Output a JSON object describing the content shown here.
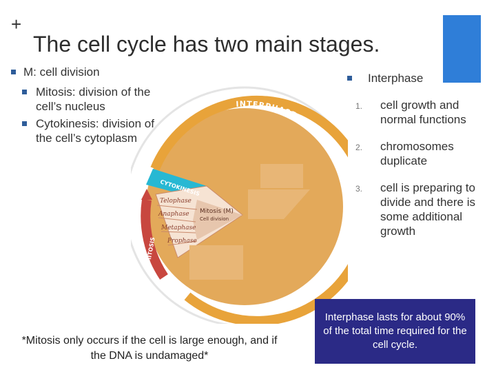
{
  "slide": {
    "plus_symbol": "+",
    "title": "The cell cycle has two main stages."
  },
  "left": {
    "heading": "M: cell division",
    "items": [
      "Mitosis: division of the cell’s nucleus",
      "Cytokinesis: division of the cell’s cytoplasm"
    ]
  },
  "diagram": {
    "interphase_label": "INTERPHASE",
    "cytokinesis_label": "CYTOKINESIS",
    "mitosis_label": "MITOSIS",
    "phases": [
      "Telophase",
      "Anaphase",
      "Metaphase",
      "Prophase"
    ],
    "wedge_title": "Mitosis (M)",
    "wedge_subtitle": "Cell division"
  },
  "footnote": "*Mitosis only occurs if the cell is large enough, and if the DNA is undamaged*",
  "right": {
    "heading": "Interphase",
    "items": [
      {
        "num": "1.",
        "text": "cell growth and normal functions"
      },
      {
        "num": "2.",
        "text": "chromosomes duplicate"
      },
      {
        "num": "3.",
        "text": "cell is preparing to divide and there is some additional growth"
      }
    ]
  },
  "note_box": "Interphase lasts for about 90% of the total time required for the cell cycle.",
  "colors": {
    "accent_blue": "#2f7ed8",
    "circle_fill": "#e3a95a",
    "ring_orange": "#e8a33a",
    "mitosis_red": "#c8473f",
    "cytokinesis_teal": "#27b8d3",
    "note_bg": "#2b2a86"
  }
}
